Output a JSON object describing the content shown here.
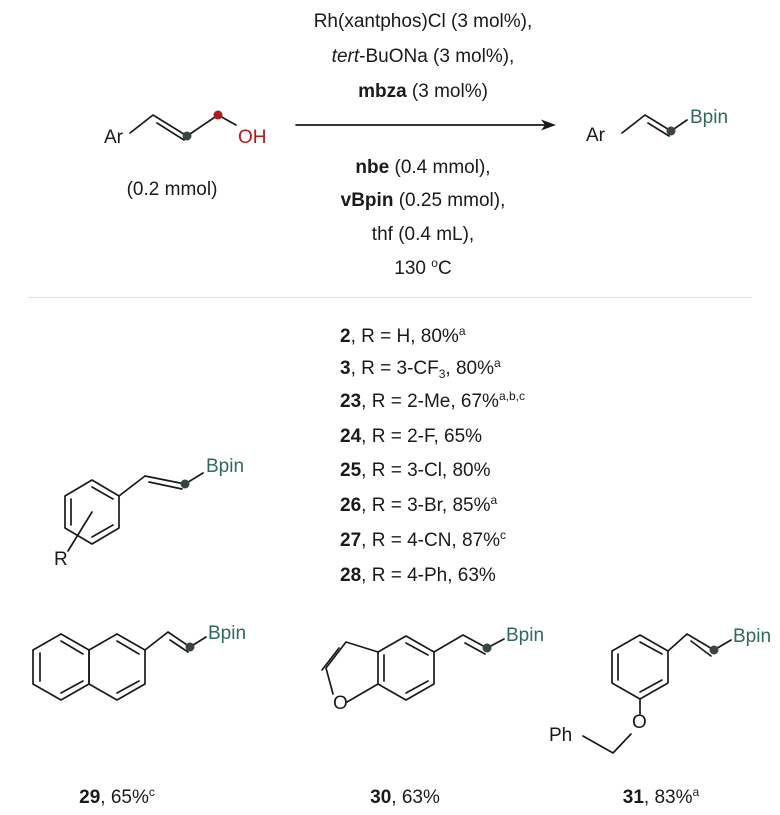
{
  "reaction": {
    "reactant": {
      "ar": "Ar",
      "oh": "OH",
      "amount": "(0.2 mmol)"
    },
    "product": {
      "ar": "Ar",
      "bpin": "Bpin"
    },
    "above_arrow": [
      {
        "pre": "Rh(xantphos)Cl (3 mol%),"
      },
      {
        "ital": "tert",
        "pre": "-BuONa (3 mol%),"
      },
      {
        "bold": "mbza",
        "post": " (3 mol%)"
      }
    ],
    "below_arrow": [
      {
        "bold": "nbe",
        "post": " (0.4 mmol),"
      },
      {
        "bold": "vBpin",
        "post": " (0.25 mmol),"
      },
      {
        "pre": "thf (0.4 mL),"
      },
      {
        "pre": "130 ",
        "sup": "o",
        "post": "C"
      }
    ]
  },
  "scope": {
    "general_structure": {
      "bpin": "Bpin",
      "r": "R"
    },
    "entries": [
      {
        "num": "2",
        "text": ", R = H, 80%",
        "sup": "a"
      },
      {
        "num": "3",
        "text_a": ", R = 3-CF",
        "sub": "3",
        "text_b": ", 80%",
        "sup": "a"
      },
      {
        "num": "23",
        "text": ", R = 2-Me, 67%",
        "sup": "a,b,c"
      },
      {
        "num": "24",
        "text": ", R = 2-F, 65%",
        "sup": ""
      },
      {
        "num": "25",
        "text": ", R = 3-Cl, 80%",
        "sup": ""
      },
      {
        "num": "26",
        "text": ", R = 3-Br, 85%",
        "sup": "a"
      },
      {
        "num": "27",
        "text": ", R = 4-CN, 87%",
        "sup": "c"
      },
      {
        "num": "28",
        "text": ", R = 4-Ph, 63%",
        "sup": ""
      }
    ]
  },
  "compounds": [
    {
      "num": "29",
      "text": ", 65%",
      "sup": "c",
      "bpin": "Bpin"
    },
    {
      "num": "30",
      "text": ", 63%",
      "sup": "",
      "bpin": "Bpin",
      "o": "O"
    },
    {
      "num": "31",
      "text": ", 83%",
      "sup": "a",
      "bpin": "Bpin",
      "o": "O",
      "ph": "Ph"
    }
  ],
  "colors": {
    "boron_green": "#2e6b55",
    "oxygen_red": "#b01a1a",
    "atom_dot": "#3a4446"
  }
}
